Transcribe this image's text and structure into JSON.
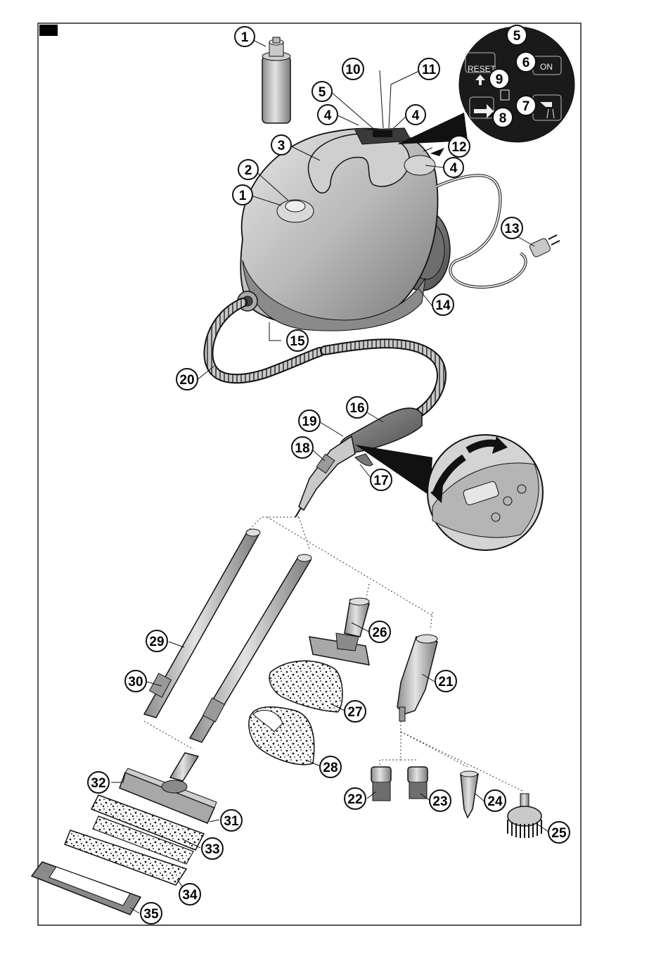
{
  "colors": {
    "body_light": "#d9d9d9",
    "body_mid": "#a6a6a6",
    "body_dark": "#6e6e6e",
    "outline": "#111111",
    "inset_dark": "#1a1a1a"
  },
  "panel": {
    "reset_label": "RESET",
    "on_label": "ON"
  },
  "callouts": [
    {
      "id": "c1a",
      "label": "1"
    },
    {
      "id": "c1b",
      "label": "1"
    },
    {
      "id": "c2",
      "label": "2"
    },
    {
      "id": "c3",
      "label": "3"
    },
    {
      "id": "c4a",
      "label": "4"
    },
    {
      "id": "c4b",
      "label": "4"
    },
    {
      "id": "c4c",
      "label": "4"
    },
    {
      "id": "c5a",
      "label": "5"
    },
    {
      "id": "c5b",
      "label": "5"
    },
    {
      "id": "c6",
      "label": "6"
    },
    {
      "id": "c7",
      "label": "7"
    },
    {
      "id": "c8",
      "label": "8"
    },
    {
      "id": "c9",
      "label": "9"
    },
    {
      "id": "c10",
      "label": "10"
    },
    {
      "id": "c11",
      "label": "11"
    },
    {
      "id": "c12",
      "label": "12"
    },
    {
      "id": "c13",
      "label": "13"
    },
    {
      "id": "c14",
      "label": "14"
    },
    {
      "id": "c15",
      "label": "15"
    },
    {
      "id": "c16",
      "label": "16"
    },
    {
      "id": "c17",
      "label": "17"
    },
    {
      "id": "c18",
      "label": "18"
    },
    {
      "id": "c19",
      "label": "19"
    },
    {
      "id": "c20",
      "label": "20"
    },
    {
      "id": "c21",
      "label": "21"
    },
    {
      "id": "c22",
      "label": "22"
    },
    {
      "id": "c23",
      "label": "23"
    },
    {
      "id": "c24",
      "label": "24"
    },
    {
      "id": "c25",
      "label": "25"
    },
    {
      "id": "c26",
      "label": "26"
    },
    {
      "id": "c27",
      "label": "27"
    },
    {
      "id": "c28",
      "label": "28"
    },
    {
      "id": "c29",
      "label": "29"
    },
    {
      "id": "c30",
      "label": "30"
    },
    {
      "id": "c31",
      "label": "31"
    },
    {
      "id": "c32",
      "label": "32"
    },
    {
      "id": "c33",
      "label": "33"
    },
    {
      "id": "c34",
      "label": "34"
    },
    {
      "id": "c35",
      "label": "35"
    }
  ]
}
